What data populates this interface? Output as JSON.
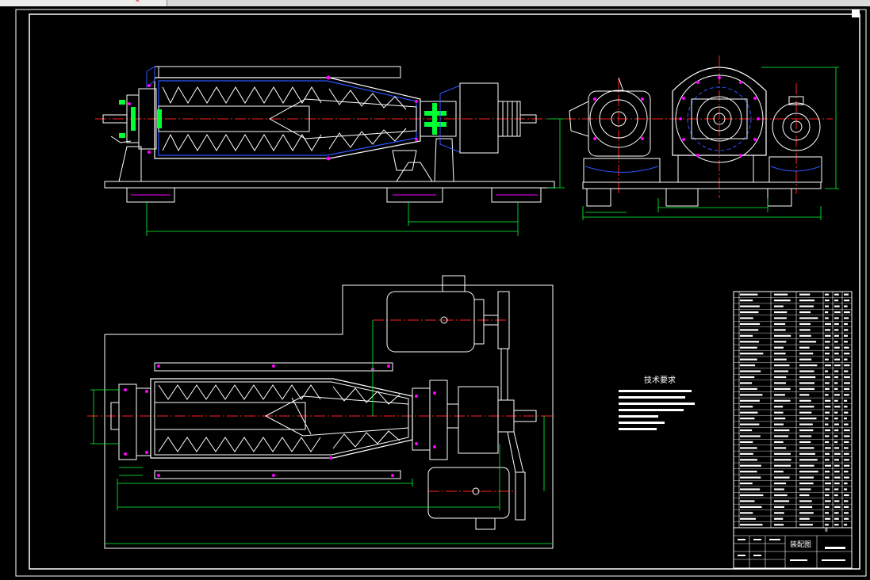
{
  "drawing": {
    "tech_title": "技术要求",
    "tb_title": "装配图",
    "tb_sheet_no": "8"
  },
  "colors": {
    "background": "#000000",
    "outline": "#ffffff",
    "centerline": "#ff2020",
    "dimension": "#00ff33",
    "hidden": "#2b55ff",
    "accent": "#ff00ff",
    "cyan": "#00e5ff",
    "yellow": "#ffff00"
  }
}
